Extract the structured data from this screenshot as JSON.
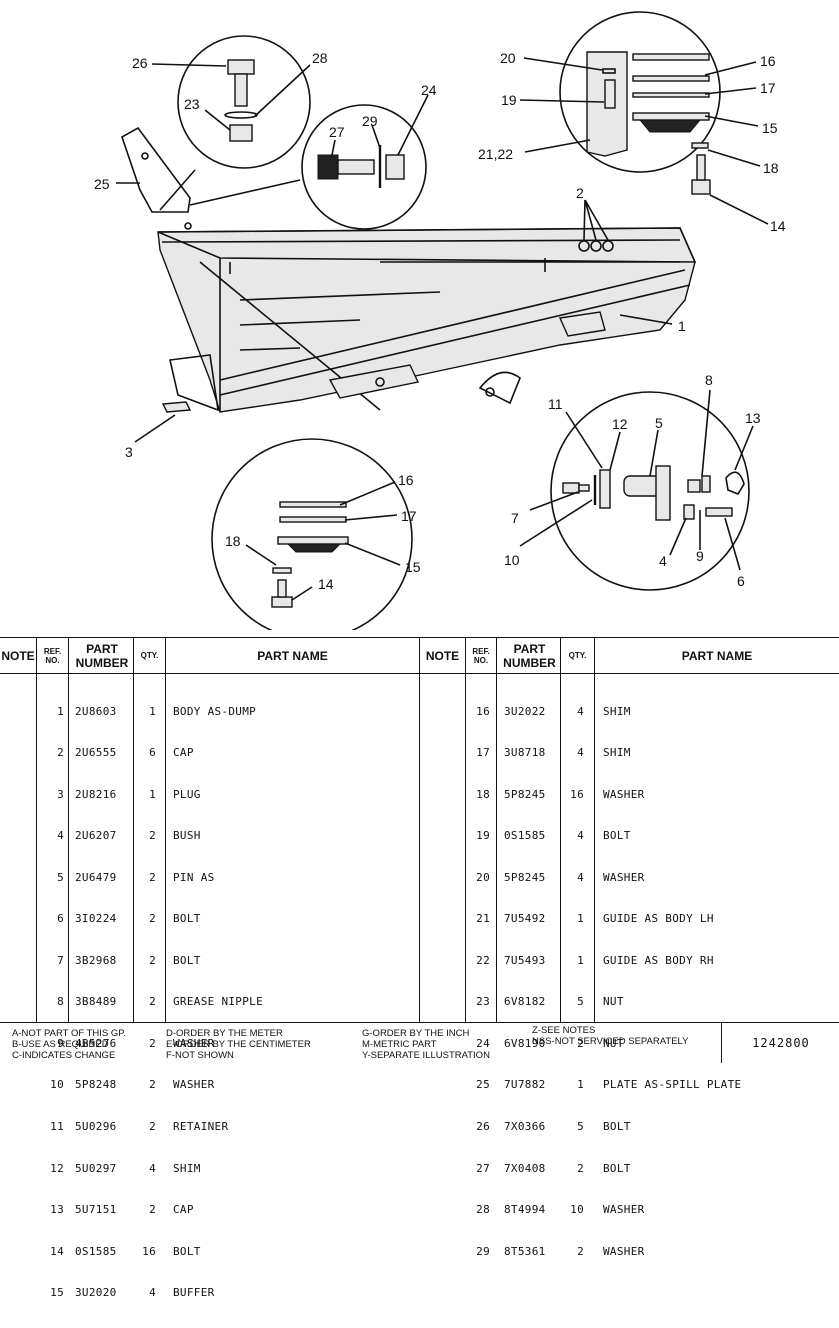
{
  "diagram": {
    "callouts": [
      "1",
      "2",
      "3",
      "4",
      "5",
      "6",
      "7",
      "8",
      "9",
      "10",
      "11",
      "12",
      "13",
      "14",
      "15",
      "16",
      "17",
      "18",
      "19",
      "20",
      "21,22",
      "23",
      "24",
      "25",
      "26",
      "27",
      "28",
      "29"
    ]
  },
  "table": {
    "headers": {
      "note": "NOTE",
      "ref_no": "REF. NO.",
      "part_number": "PART NUMBER",
      "qty": "QTY.",
      "part_name": "PART NAME"
    },
    "left_rows": [
      {
        "ref": "1",
        "part": "2U8603",
        "qty": "1",
        "name": "BODY AS-DUMP"
      },
      {
        "ref": "2",
        "part": "2U6555",
        "qty": "6",
        "name": "CAP"
      },
      {
        "ref": "3",
        "part": "2U8216",
        "qty": "1",
        "name": "PLUG"
      },
      {
        "ref": "4",
        "part": "2U6207",
        "qty": "2",
        "name": "BUSH"
      },
      {
        "ref": "5",
        "part": "2U6479",
        "qty": "2",
        "name": "PIN AS"
      },
      {
        "ref": "6",
        "part": "3I0224",
        "qty": "2",
        "name": "BOLT"
      },
      {
        "ref": "7",
        "part": "3B2968",
        "qty": "2",
        "name": "BOLT"
      },
      {
        "ref": "8",
        "part": "3B8489",
        "qty": "2",
        "name": "GREASE NIPPLE"
      },
      {
        "ref": "9",
        "part": "4B5276",
        "qty": "2",
        "name": "WASHER"
      },
      {
        "ref": "10",
        "part": "5P8248",
        "qty": "2",
        "name": "WASHER"
      },
      {
        "ref": "11",
        "part": "5U0296",
        "qty": "2",
        "name": "RETAINER"
      },
      {
        "ref": "12",
        "part": "5U0297",
        "qty": "4",
        "name": "SHIM"
      },
      {
        "ref": "13",
        "part": "5U7151",
        "qty": "2",
        "name": "CAP"
      },
      {
        "ref": "14",
        "part": "0S1585",
        "qty": "16",
        "name": "BOLT"
      },
      {
        "ref": "15",
        "part": "3U2020",
        "qty": "4",
        "name": "BUFFER"
      }
    ],
    "right_rows": [
      {
        "ref": "16",
        "part": "3U2022",
        "qty": "4",
        "name": "SHIM"
      },
      {
        "ref": "17",
        "part": "3U8718",
        "qty": "4",
        "name": "SHIM"
      },
      {
        "ref": "18",
        "part": "5P8245",
        "qty": "16",
        "name": "WASHER"
      },
      {
        "ref": "19",
        "part": "0S1585",
        "qty": "4",
        "name": "BOLT"
      },
      {
        "ref": "20",
        "part": "5P8245",
        "qty": "4",
        "name": "WASHER"
      },
      {
        "ref": "21",
        "part": "7U5492",
        "qty": "1",
        "name": "GUIDE AS BODY LH"
      },
      {
        "ref": "22",
        "part": "7U5493",
        "qty": "1",
        "name": "GUIDE AS BODY RH"
      },
      {
        "ref": "23",
        "part": "6V8182",
        "qty": "5",
        "name": "NUT"
      },
      {
        "ref": "24",
        "part": "6V8190",
        "qty": "2",
        "name": "NUT"
      },
      {
        "ref": "25",
        "part": "7U7882",
        "qty": "1",
        "name": "PLATE AS-SPILL PLATE"
      },
      {
        "ref": "26",
        "part": "7X0366",
        "qty": "5",
        "name": "BOLT"
      },
      {
        "ref": "27",
        "part": "7X0408",
        "qty": "2",
        "name": "BOLT"
      },
      {
        "ref": "28",
        "part": "8T4994",
        "qty": "10",
        "name": "WASHER"
      },
      {
        "ref": "29",
        "part": "8T5361",
        "qty": "2",
        "name": "WASHER"
      }
    ]
  },
  "legend": {
    "a": "A-NOT PART OF THIS GP.",
    "b": "B-USE AS REQUIRED",
    "c": "C-INDICATES CHANGE",
    "d": "D-ORDER BY THE METER",
    "e": "E-ORDER BY THE CENTIMETER",
    "f": "F-NOT SHOWN",
    "g": "G-ORDER BY THE INCH",
    "m": "M-METRIC PART",
    "y": "Y-SEPARATE ILLUSTRATION",
    "z": "Z-SEE NOTES",
    "nss": "NSS-NOT SERVICED SEPARATELY"
  },
  "drawing_code": "1242800"
}
